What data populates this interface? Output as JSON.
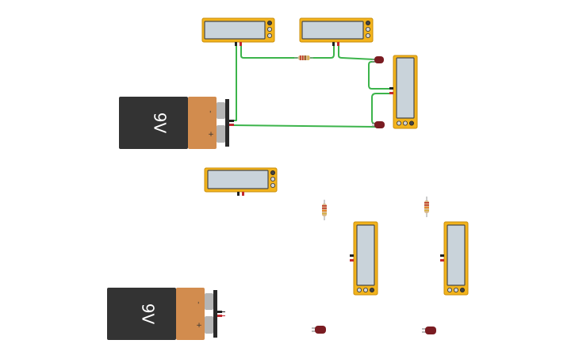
{
  "batteries": [
    {
      "id": "battery-1",
      "label": "9V",
      "plus": "+",
      "minus": "-"
    },
    {
      "id": "battery-2",
      "label": "9V",
      "plus": "+",
      "minus": "-"
    }
  ],
  "multimeter_count": 6,
  "led_count": 4,
  "resistor_count": 3,
  "colors": {
    "wire": "#3cb44b",
    "multimeter_body": "#f2b31c",
    "multimeter_screen": "#c9d3da",
    "led": "#7a1c22",
    "battery_body": "#333333",
    "battery_cap": "#d28c4e"
  }
}
